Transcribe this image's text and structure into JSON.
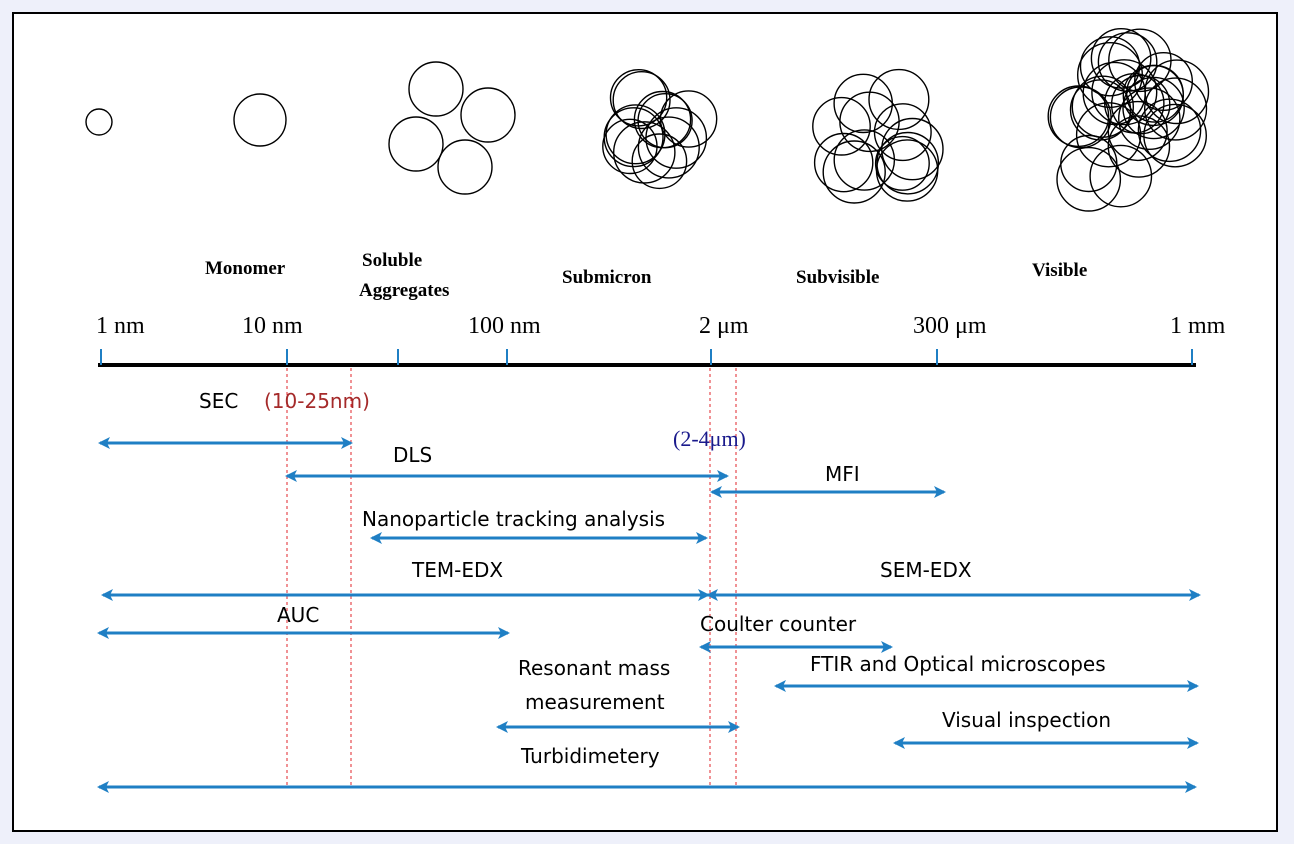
{
  "categories": [
    "Monomer",
    "Soluble",
    "Aggregates",
    "Submicron",
    "Subvisible",
    "Visible"
  ],
  "scale_labels": [
    "1 nm",
    "10 nm",
    "100 nm",
    "2 μm",
    "300 μm",
    "1 mm"
  ],
  "range_labels": {
    "small": "(10-25nm)",
    "large": "(2-4μm)"
  },
  "techniques": [
    "SEC",
    "DLS",
    "MFI",
    "Nanoparticle tracking analysis",
    "TEM-EDX",
    "SEM-EDX",
    "AUC",
    "Coulter counter",
    "FTIR and Optical microscopes",
    "Resonant mass",
    "measurement",
    "Visual inspection",
    "Turbidimetery"
  ],
  "colors": {
    "arrow": "#1f7fc4",
    "dashed": "#e0242b",
    "axis": "#000000"
  }
}
